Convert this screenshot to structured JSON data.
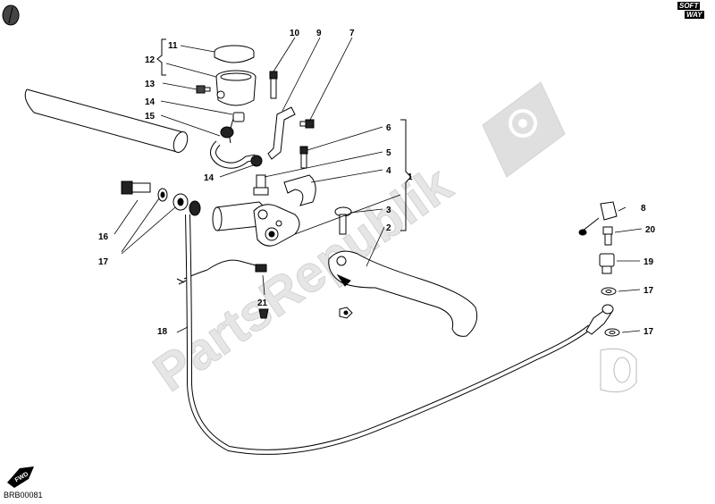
{
  "watermark": "PartsRepublik",
  "drawing_code": "BRB00081",
  "brand": {
    "line1": "SOFT",
    "line2": "WAY"
  },
  "fwd_label": "FWD",
  "labels": {
    "l1": "1",
    "l2": "2",
    "l3": "3",
    "l4": "4",
    "l5": "5",
    "l6": "6",
    "l7": "7",
    "l8": "8",
    "l9": "9",
    "l10": "10",
    "l11": "11",
    "l12": "12",
    "l13": "13",
    "l14a": "14",
    "l14b": "14",
    "l15": "15",
    "l16": "16",
    "l17a": "17",
    "l17b": "17",
    "l17c": "17",
    "l18": "18",
    "l19": "19",
    "l20": "20",
    "l21": "21"
  }
}
